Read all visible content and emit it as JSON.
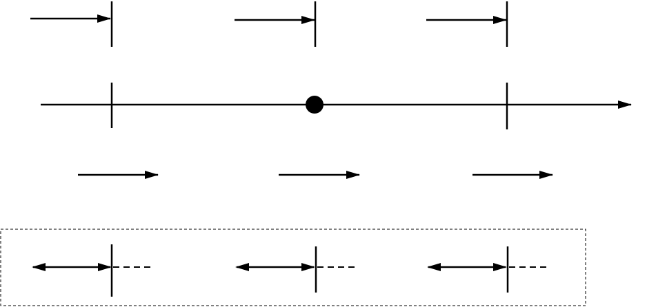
{
  "diagram": {
    "stroke_color": "#000000",
    "background_color": "#ffffff",
    "rows": [
      {
        "id": "row-1",
        "description_items": [
          "right-arrow-to-barrier",
          "right-arrow-to-barrier",
          "right-arrow-to-barrier"
        ]
      },
      {
        "id": "row-2",
        "description_items": [
          "main-axis-with-two-ticks-and-center-dot"
        ]
      },
      {
        "id": "row-3",
        "description_items": [
          "free-right-arrow",
          "free-right-arrow",
          "free-right-arrow"
        ]
      },
      {
        "id": "row-4",
        "boxed": true,
        "box_style": "dashed",
        "description_items": [
          "double-arrow-with-barrier-and-dashed-tail",
          "double-arrow-with-barrier-and-dashed-tail",
          "double-arrow-with-barrier-and-dashed-tail"
        ]
      }
    ]
  }
}
